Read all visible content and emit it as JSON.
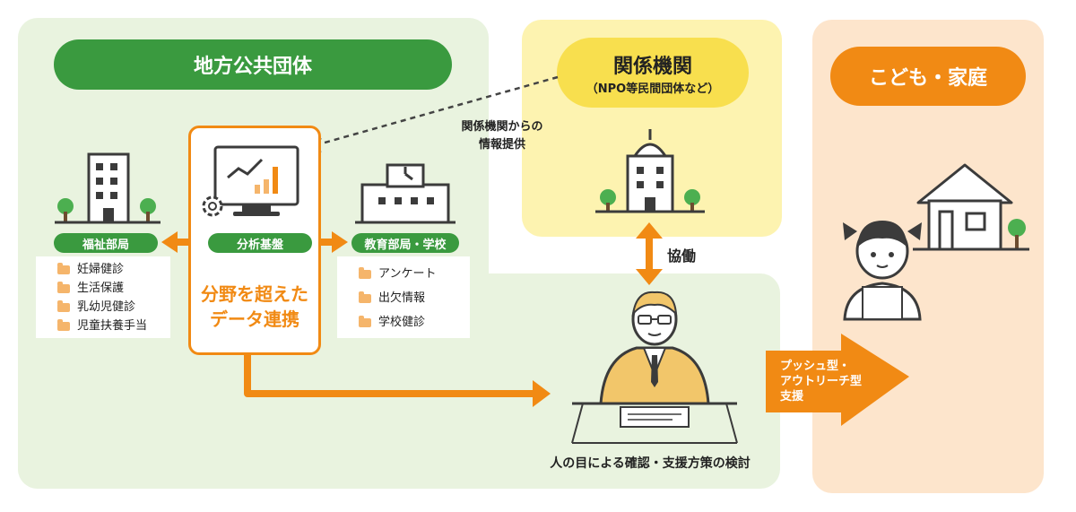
{
  "local_gov": {
    "title": "地方公共団体",
    "welfare": {
      "label": "福祉部局",
      "items": [
        "妊婦健診",
        "生活保護",
        "乳幼児健診",
        "児童扶養手当"
      ]
    },
    "analysis": {
      "label": "分析基盤",
      "caption_line1": "分野を超えた",
      "caption_line2": "データ連携"
    },
    "education": {
      "label": "教育部局・学校",
      "items": [
        "アンケート",
        "出欠情報",
        "学校健診"
      ]
    },
    "review_caption": "人の目による確認・支援方策の検討"
  },
  "related_org": {
    "title": "関係機関",
    "subtitle": "（NPO等民間団体など）",
    "info_line1": "関係機関からの",
    "info_line2": "情報提供",
    "cooperation": "協働"
  },
  "family": {
    "title": "こども・家庭",
    "push_line1": "プッシュ型・",
    "push_line2": "アウトリーチ型",
    "push_line3": "支援"
  },
  "colors": {
    "green_dark": "#3a9a3f",
    "green_panel": "#e9f3df",
    "yellow_panel": "#fdf3b0",
    "yellow_pill": "#f8df4e",
    "peach_panel": "#fde5cc",
    "orange": "#f18a14",
    "dark": "#3b3b3b"
  },
  "icons": [
    "building-icon",
    "monitor-chart-icon",
    "gear-icon",
    "school-icon",
    "house-icon",
    "child-icon",
    "person-desk-icon",
    "tree-icon"
  ]
}
